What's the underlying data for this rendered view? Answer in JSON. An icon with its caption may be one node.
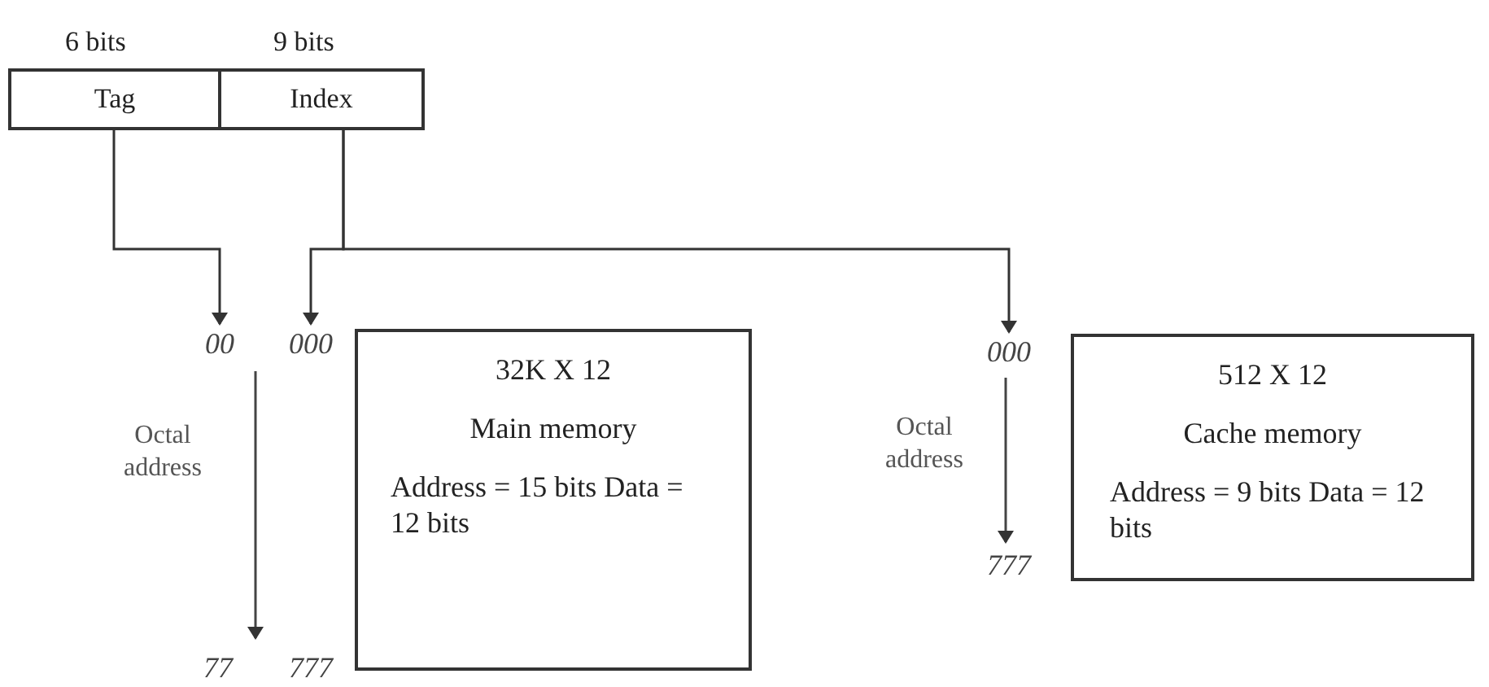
{
  "diagram": {
    "nodes": [
      {
        "text": [
          "Tag"
        ],
        "beside": [
          "6 bits"
        ]
      },
      {
        "text": [
          "Index"
        ],
        "beside": [
          "9 bits"
        ]
      },
      {
        "text": [
          "00"
        ]
      },
      {
        "text": [
          "000"
        ]
      },
      {
        "text": [
          "32K X 12",
          "Main memory",
          "Address = 15 bits Data = 12 bits"
        ]
      },
      {
        "text": [
          "000"
        ]
      },
      {
        "text": [
          "512 X 12",
          "Cache memory",
          "Address = 9 bits Data = 12 bits"
        ]
      }
    ],
    "edges": [
      {
        "from": 0,
        "to": 2,
        "arrow": "to"
      },
      {
        "from": 1,
        "to": 3,
        "arrow": "to"
      },
      {
        "from": 1,
        "to": 5,
        "arrow": "to"
      }
    ],
    "labels": [
      "Octal address",
      "77",
      "777",
      "Octal address",
      "777"
    ]
  }
}
